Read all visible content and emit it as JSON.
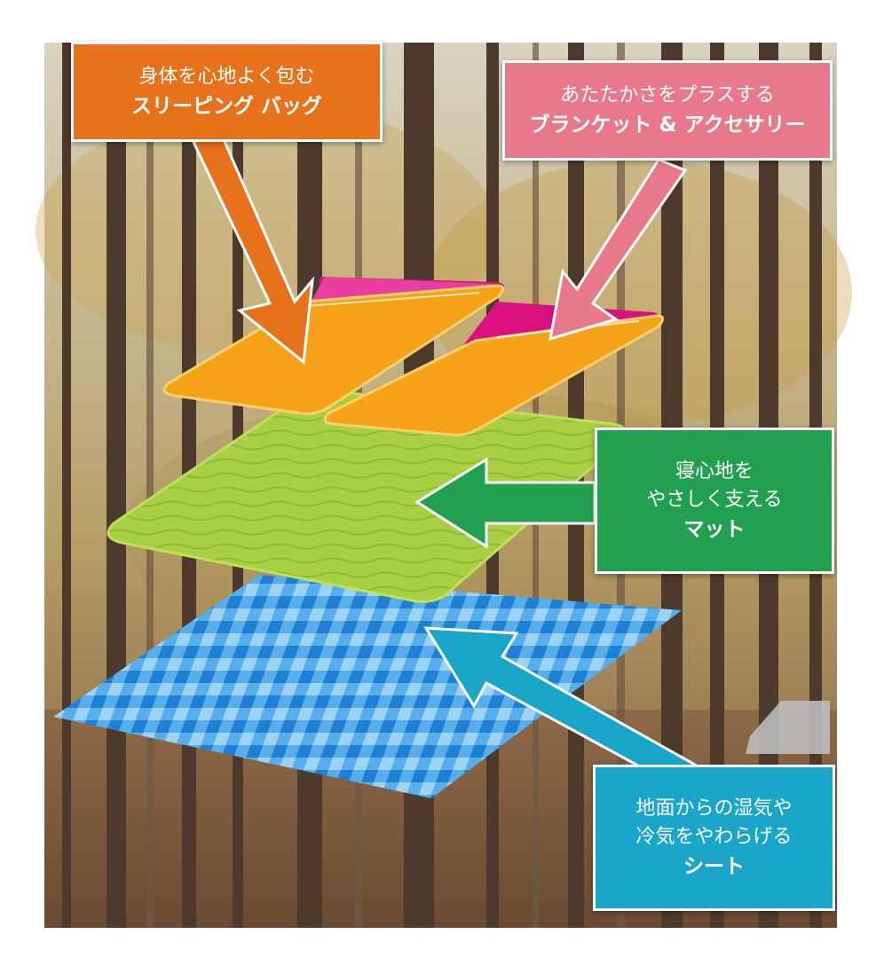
{
  "colors": {
    "bag": "#e8711c",
    "blanket": "#e8798a",
    "mat": "#21a150",
    "sheet": "#1aa6c8",
    "bag_fill": "#f5a218",
    "bag_pink": "#d9117e",
    "mat_fill": "#a9cf44",
    "sheet_fill": "#3ea3e6"
  },
  "callouts": {
    "bag": {
      "line1": "身体を心地よく包む",
      "line2": "スリーピング バッグ"
    },
    "blanket": {
      "line1": "あたたかさをプラスする",
      "line2": "ブランケット & アクセサリー"
    },
    "mat": {
      "line1": "寝心地を",
      "line1b": "やさしく支える",
      "line2": "マット"
    },
    "sheet": {
      "line1": "地面からの湿気や",
      "line1b": "冷気をやわらげる",
      "line2": "シート"
    }
  }
}
